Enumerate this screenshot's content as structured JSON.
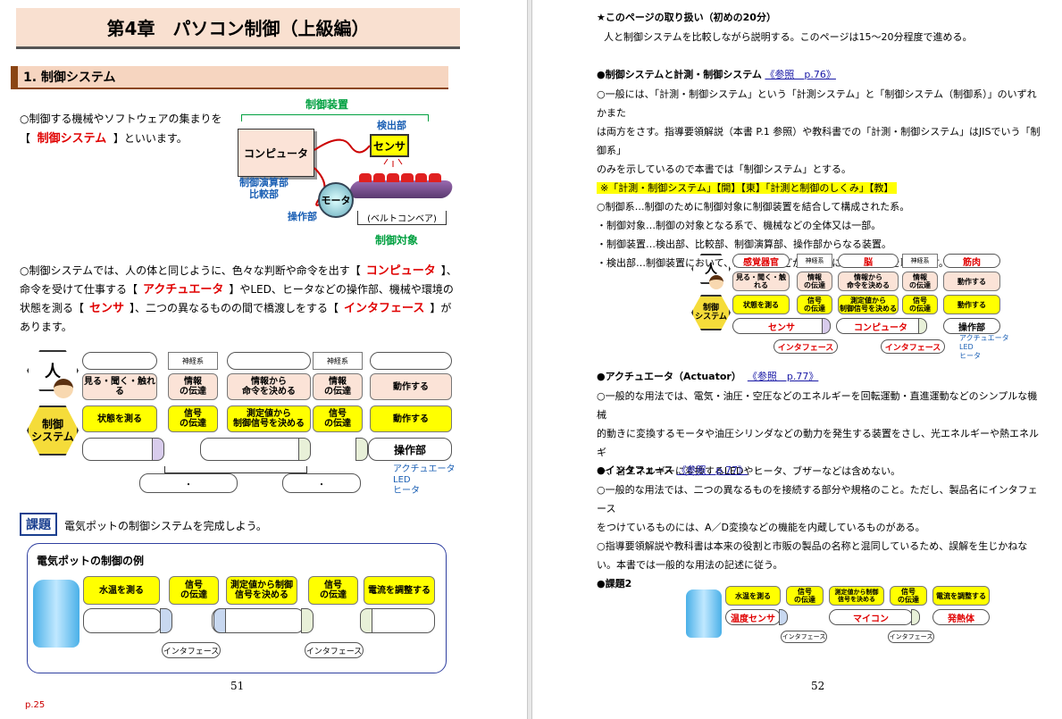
{
  "left": {
    "chapter_title": "第4章　パソコン制御（上級編）",
    "section_title": "1. 制御システム",
    "intro_pre": "○制御する機械やソフトウェアの集まりを",
    "intro_open": "【",
    "intro_term": "制御システム",
    "intro_post": "】といいます。",
    "fig1": {
      "control_device": "制御装置",
      "detector": "検出部",
      "computer": "コンピュータ",
      "sensor": "センサ",
      "calc_compare": "制御演算部\n比較部",
      "motor": "モータ",
      "operating": "操作部",
      "belt": "(ベルトコンベア)",
      "controlled": "制御対象"
    },
    "para": [
      "○制御システムでは、人の体と同じように、色々な判断や命令を出す【",
      "コンピュータ",
      "】、",
      "命令を受けて仕事する【",
      "アクチュエータ",
      "】やLED、ヒータなどの操作部、機械や環境の",
      "状態を測る【",
      "センサ",
      "】、二つの異なるものの間で橋渡しをする【",
      "インタフェース",
      "】が",
      "あります。"
    ],
    "fig2": {
      "human": "人",
      "nerve1": "神経系",
      "nerve2": "神経系",
      "row1": [
        "見る・聞く・触れる",
        "情報\nの伝達",
        "情報から\n命令を決める",
        "情報\nの伝達",
        "動作する"
      ],
      "system": "制御\nシステム",
      "row2": [
        "状態を測る",
        "信号\nの伝達",
        "測定値から\n制御信号を決める",
        "信号\nの伝達",
        "動作する"
      ],
      "operating": "操作部",
      "blank1": "・",
      "blank2": "・",
      "actuators": "アクチュエータ\nLED\nヒータ"
    },
    "task_badge": "課題",
    "task_text": "電気ポットの制御システムを完成しよう。",
    "pot": {
      "title": "電気ポットの制御の例",
      "row": [
        "水温を測る",
        "信号\nの伝達",
        "測定値から制御\n信号を決める",
        "信号\nの伝達",
        "電流を調整する"
      ],
      "if1": "インタフェース",
      "if2": "インタフェース"
    },
    "page_no": "51",
    "corner": "p.25"
  },
  "right": {
    "h_handling": "★このページの取り扱い（初めの20分）",
    "handling_text": "人と制御システムを比較しながら説明する。このページは15～20分程度で進める。",
    "h_system": "●制御システムと計測・制御システム",
    "ref1": "《参照　p.76》",
    "sys_lines": [
      "○一般には、「計測・制御システム」という「計測システム」と「制御システム（制御系）」のいずれかまた",
      "は両方をさす。指導要領解説（本書 P.1 参照）や教科書での「計測・制御システム」はJISでいう「制御系」",
      "のみを示しているので本書では「制御システム」とする。"
    ],
    "highlight": "※「計測・制御システム」【開】【東】「計測と制御のしくみ」【教】",
    "defs": [
      "○制御系…制御のために制御対象に制御装置を結合して構成された系。",
      "・制御対象…制御の対象となる系で、機械などの全体又は一部。",
      "・制御装置…検出部、比較部、制御演算部、操作部からなる装置。",
      "・検出部…制御装置において、制御対象などから制御に必要な信号を取り出す。"
    ],
    "fig": {
      "human": "人",
      "top": [
        "感覚器官",
        "神経系",
        "脳",
        "神経系",
        "筋肉"
      ],
      "row1": [
        "見る・聞く・触れる",
        "情報\nの伝達",
        "情報から\n命令を決める",
        "情報\nの伝達",
        "動作する"
      ],
      "system": "制御\nシステム",
      "row2": [
        "状態を測る",
        "信号\nの伝達",
        "測定値から\n制御信号を決める",
        "信号\nの伝達",
        "動作する"
      ],
      "row3": [
        "センサ",
        "コンピュータ",
        "操作部"
      ],
      "if1": "インタフェース",
      "if2": "インタフェース",
      "actuators": "アクチュエータ\nLED\nヒータ"
    },
    "h_act": "●アクチュエータ（Actuator）",
    "ref2": "《参照　p.77》",
    "act_lines": [
      "○一般的な用法では、電気・油圧・空圧などのエネルギーを回転運動・直進運動などのシンプルな機械",
      "的動きに変換するモータや油圧シリンダなどの動力を発生する装置をさし、光エネルギーや熱エネルギ",
      "ー、音エネルギーに変換するLEDやヒータ、ブザーなどは含めない。"
    ],
    "h_if": "●インタフェース",
    "ref3": "《参照　p.77》",
    "if_lines": [
      "○一般的な用法では、二つの異なるものを接続する部分や規格のこと。ただし、製品名にインタフェース",
      "をつけているものには、A／D変換などの機能を内蔵しているものがある。",
      "○指導要領解説や教科書は本来の役割と市販の製品の名称と混同しているため、誤解を生じかねな",
      "い。本書では一般的な用法の記述に従う。"
    ],
    "h_task2": "●課題2",
    "task2": {
      "row": [
        "水温を測る",
        "信号\nの伝達",
        "測定値から制御\n信号を決める",
        "信号\nの伝達",
        "電流を調整する"
      ],
      "parts": [
        "温度センサ",
        "マイコン",
        "発熱体"
      ],
      "if1": "インタフェース",
      "if2": "インタフェース"
    },
    "page_no": "52"
  },
  "colors": {
    "section_bar": "#f6d5c0",
    "section_accent": "#8b4513",
    "title_bg": "#f9e0d0",
    "yellow": "#ffff00",
    "pink": "#fbe3d7",
    "red": "#e00000",
    "green": "#00a040",
    "blue": "#1a5fb4",
    "link": "#1a1aa6",
    "hex": "#f5dc3a"
  },
  "icons": [
    "electric-pot-icon",
    "child-face-icon",
    "motor-icon",
    "conveyor-icon"
  ]
}
